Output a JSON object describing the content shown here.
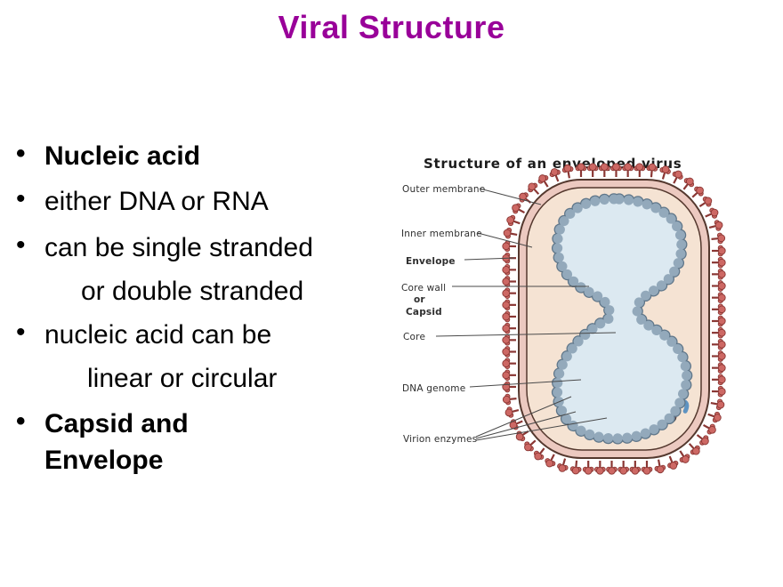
{
  "slide": {
    "title": "Viral Structure",
    "title_color": "#990099",
    "background": "#ffffff"
  },
  "bullet_list": {
    "items": [
      {
        "label": "Nucleic acid",
        "bold": true
      },
      {
        "label": "either DNA or RNA",
        "bold": false
      },
      {
        "label": "can be single stranded",
        "bold": false,
        "continuation": "or double stranded"
      },
      {
        "label": "nucleic acid can be",
        "bold": false,
        "continuation": "linear or circular"
      },
      {
        "label": "Capsid and Envelope",
        "bold": true
      }
    ]
  },
  "diagram": {
    "title": "Structure of an enveloped virus",
    "labels": {
      "outer_membrane": "Outer membrane",
      "inner_membrane": "Inner membrane",
      "envelope": "Envelope",
      "core_wall_1": "Core wall",
      "core_wall_2": "or",
      "core_wall_3": "Capsid",
      "core": "Core",
      "dna_genome": "DNA genome",
      "virion_enzymes": "Virion enzymes"
    },
    "colors": {
      "spike_head": "#cd6864",
      "spike_stem": "#8a3734",
      "membrane_band": "#ecc9c0",
      "membrane_line": "#54382e",
      "body_fill": "#f5e3d3",
      "core_wall": "#93a9bb",
      "core_wall_dark": "#5f7689",
      "core_fill": "#dce9f1",
      "dna_strand": "#5f93c1",
      "dna_strand_light": "#a3c2da",
      "enzyme_gold": "#e2a72e",
      "enzyme_green": "#23a13e",
      "enzyme_maroon": "#9c4a52",
      "enzyme_blue": "#2b7fd0",
      "enzyme_yellow": "#f2e637",
      "label_line": "#4a4a4a"
    }
  }
}
